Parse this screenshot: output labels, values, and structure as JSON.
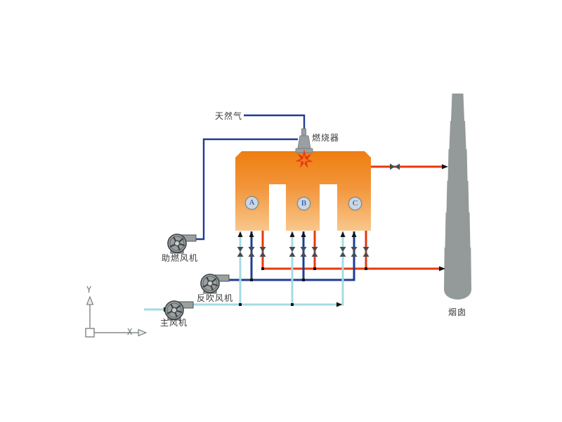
{
  "diagram": {
    "labels": {
      "natural_gas": "天然气",
      "burner": "燃烧器",
      "combustion_fan": "助燃风机",
      "purge_fan": "反吹风机",
      "main_fan": "主风机",
      "chimney": "烟囱"
    },
    "chambers": [
      {
        "label": "A"
      },
      {
        "label": "B"
      },
      {
        "label": "C"
      }
    ],
    "axis": {
      "x": "X",
      "y": "Y"
    },
    "colors": {
      "pipe_gas": "#1e3c94",
      "pipe_air": "#a5dbe2",
      "pipe_exhaust": "#e6380e",
      "chamber_top": "#ee7e11",
      "chamber_bottom": "#f9c78c",
      "equipment_gray": "#949a9a",
      "valve_dark": "#454c52",
      "label_text": "#3a3a3a",
      "axis_gray": "#6a7070",
      "badge_fill": "#cad7e3",
      "badge_text": "#1d3e95"
    }
  }
}
